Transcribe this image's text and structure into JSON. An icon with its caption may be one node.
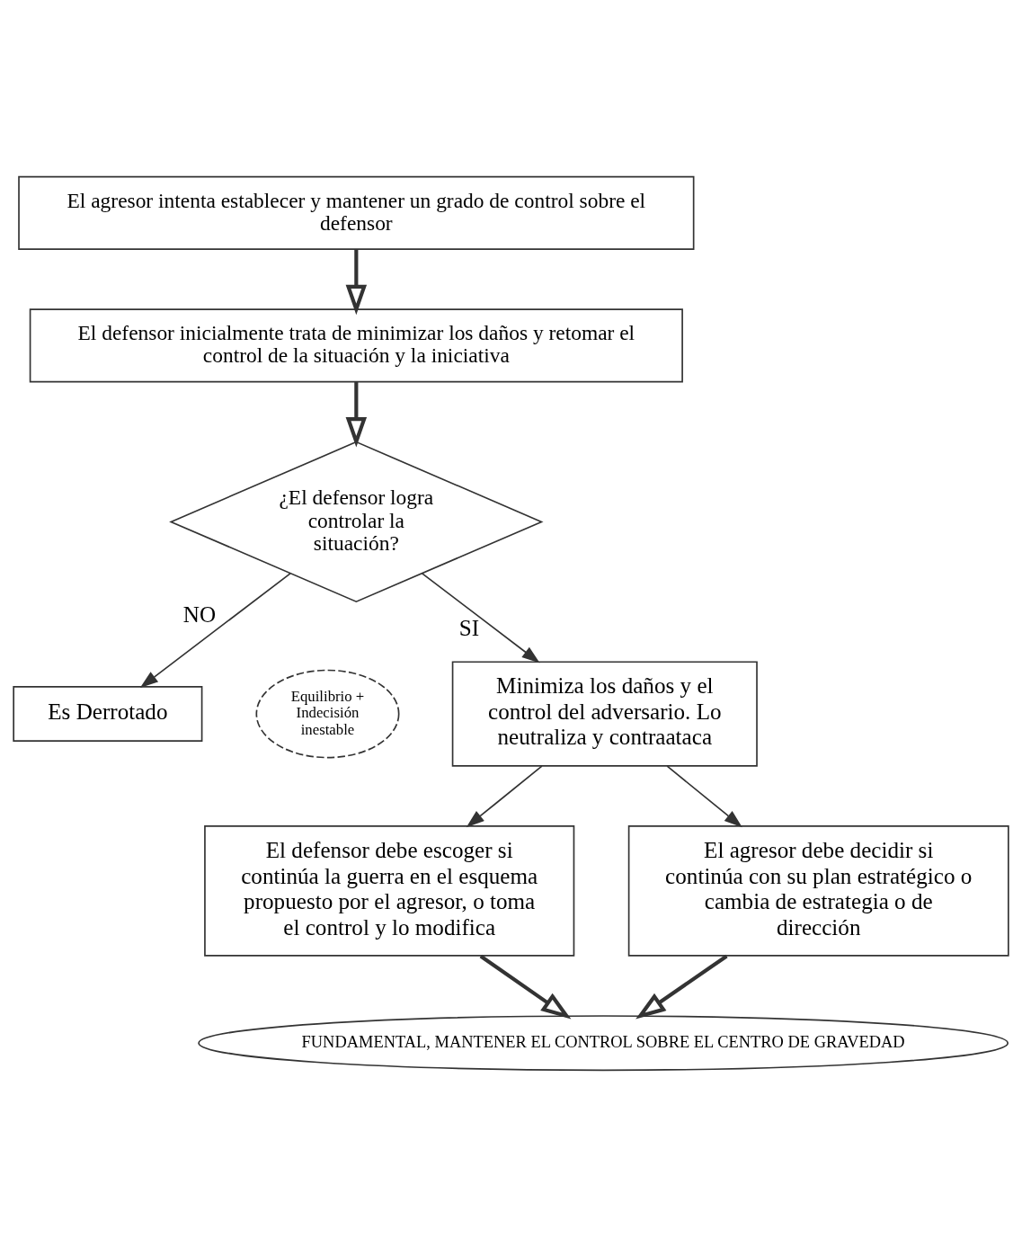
{
  "diagram": {
    "nodes": [
      {
        "text": [
          "El agresor intenta establecer y mantener un grado de control sobre el defensor"
        ]
      },
      {
        "text": [
          "El defensor inicialmente trata de minimizar los daños y retomar el control de la situación y la iniciativa"
        ]
      },
      {
        "text": [
          "¿El defensor logra controlar la situación?"
        ]
      },
      {
        "text": [
          "Es Derrotado"
        ]
      },
      {
        "text": [
          "Equilibrio + Indecisión inestable"
        ]
      },
      {
        "text": [
          "Minimiza los daños y el control del adversario. Lo neutraliza y contraataca"
        ]
      },
      {
        "text": [
          "El defensor debe escoger si continúa la guerra en el esquema propuesto por el agresor, o toma el control y lo modifica"
        ]
      },
      {
        "text": [
          "El agresor debe decidir si continúa con su plan estratégico o cambia de estrategia o de dirección"
        ]
      },
      {
        "text": [
          "FUNDAMENTAL, MANTENER EL CONTROL SOBRE EL CENTRO DE GRAVEDAD"
        ]
      }
    ],
    "edges": [
      {
        "from": 0,
        "to": 1,
        "arrow": "to",
        "style": "thick"
      },
      {
        "from": 1,
        "to": 2,
        "arrow": "to",
        "style": "thick"
      },
      {
        "from": 2,
        "to": 3,
        "arrow": "to",
        "label": "NO"
      },
      {
        "from": 2,
        "to": 5,
        "arrow": "to",
        "label": "SI"
      },
      {
        "from": 5,
        "to": 6,
        "arrow": "to"
      },
      {
        "from": 5,
        "to": 7,
        "arrow": "to"
      },
      {
        "from": 6,
        "to": 8,
        "arrow": "to",
        "style": "thick"
      },
      {
        "from": 7,
        "to": 8,
        "arrow": "to",
        "style": "thick"
      }
    ]
  }
}
